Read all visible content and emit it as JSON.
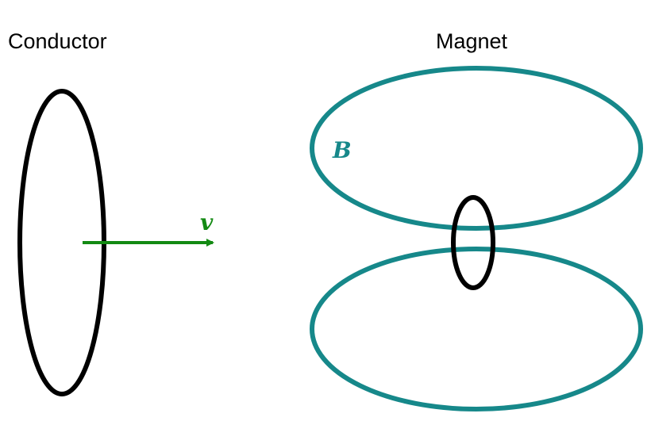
{
  "labels": {
    "conductor": "Conductor",
    "magnet": "Magnet",
    "field": "B",
    "velocity": "v"
  },
  "colors": {
    "conductor": "#000000",
    "field_lines": "#16888a",
    "velocity": "#138a13",
    "background": "#ffffff"
  }
}
